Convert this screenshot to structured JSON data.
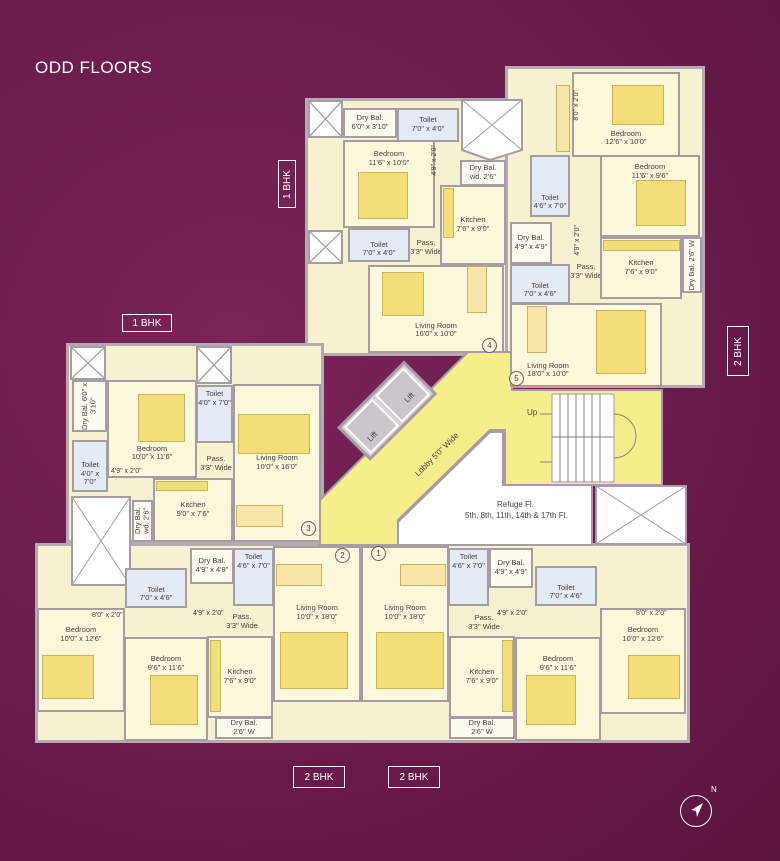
{
  "title": "ODD FLOORS",
  "unit_tags": {
    "top_left": "1 BHK",
    "mid_left": "1 BHK",
    "right": "2 BHK",
    "bottom_left": "2 BHK",
    "bottom_right": "2 BHK"
  },
  "unit_a": {
    "rooms": [
      {
        "name": "Dry Bal.",
        "size": "6'0\" x 3'10\""
      },
      {
        "name": "Toilet",
        "size": "7'0\" x 4'0\""
      },
      {
        "name": "Bedroom",
        "size": "11'6\" x 10'0\""
      },
      {
        "name": "Toilet",
        "size": "7'0\" x 4'0\""
      },
      {
        "name": "Pass.",
        "size": "3'3\" Wide"
      },
      {
        "name": "Dry Bal.",
        "size": "wd. 2'6\""
      },
      {
        "name": "Kitchen",
        "size": "7'6\" x 9'0\""
      },
      {
        "name": "Living Room",
        "size": "16'0\" x 10'0\""
      }
    ],
    "dims": [
      "4'9\" x 2'0\""
    ],
    "entry_no": "4"
  },
  "unit_b": {
    "rooms": [
      {
        "name": "Bedroom",
        "size": "12'6\" x 10'0\""
      },
      {
        "name": "Toilet",
        "size": "4'6\" x 7'0\""
      },
      {
        "name": "Bedroom",
        "size": "11'6\" x 9'6\""
      },
      {
        "name": "Dry Bal.",
        "size": "4'9\" x 4'9\""
      },
      {
        "name": "Toilet",
        "size": "7'0\" x 4'6\""
      },
      {
        "name": "Pass.",
        "size": "3'3\" Wide"
      },
      {
        "name": "Kitchen",
        "size": "7'6\" x 9'0\""
      },
      {
        "name": "Dry Bal.",
        "size": "2'6\" W"
      },
      {
        "name": "Living Room",
        "size": "18'0\" x 10'0\""
      }
    ],
    "dims": [
      "8'0\" x 2'0\"",
      "4'9\" x 2'0\""
    ],
    "entry_no": "5"
  },
  "unit_c": {
    "rooms": [
      {
        "name": "Dry Bal.",
        "size": "6'0\" x 3'10\""
      },
      {
        "name": "Bedroom",
        "size": "10'0\" x 11'6\""
      },
      {
        "name": "Toilet",
        "size": "4'0\" x 7'0\""
      },
      {
        "name": "Toilet",
        "size": "4'0\" x 7'0\""
      },
      {
        "name": "Pass.",
        "size": "3'3\" Wide"
      },
      {
        "name": "Kitchen",
        "size": "9'0\" x 7'6\""
      },
      {
        "name": "Dry Bal.",
        "size": "wd. 2'6\""
      },
      {
        "name": "Living Room",
        "size": "10'0\" x 16'0\""
      }
    ],
    "dims": [
      "4'9\" x 2'0\""
    ],
    "entry_no": "3"
  },
  "unit_d": {
    "rooms": [
      {
        "name": "Dry Bal.",
        "size": "4'9\" x 4'9\""
      },
      {
        "name": "Toilet",
        "size": "4'6\" x 7'0\""
      },
      {
        "name": "Toilet",
        "size": "7'0\" x 4'6\""
      },
      {
        "name": "Bedroom",
        "size": "10'0\" x 12'6\""
      },
      {
        "name": "Bedroom",
        "size": "9'6\" x 11'6\""
      },
      {
        "name": "Pass.",
        "size": "3'3\" Wide"
      },
      {
        "name": "Kitchen",
        "size": "7'6\" x 9'0\""
      },
      {
        "name": "Dry Bal.",
        "size": "2'6\" W"
      },
      {
        "name": "Living Room",
        "size": "10'0\" x 18'0\""
      }
    ],
    "dims": [
      "8'0\" x 2'0\"",
      "4'9\" x 2'0\""
    ],
    "entry_no": "2"
  },
  "unit_e": {
    "rooms": [
      {
        "name": "Living Room",
        "size": "10'0\" x 18'0\""
      },
      {
        "name": "Toilet",
        "size": "4'6\" x 7'0\""
      },
      {
        "name": "Dry Bal.",
        "size": "4'9\" x 4'9\""
      },
      {
        "name": "Toilet",
        "size": "7'0\" x 4'6\""
      },
      {
        "name": "Pass.",
        "size": "3'3\" Wide"
      },
      {
        "name": "Kitchen",
        "size": "7'6\" x 9'0\""
      },
      {
        "name": "Bedroom",
        "size": "9'6\" x 11'6\""
      },
      {
        "name": "Bedroom",
        "size": "10'0\" x 12'6\""
      },
      {
        "name": "Dry Bal.",
        "size": "2'6\" W"
      }
    ],
    "dims": [
      "4'9\" x 2'0\"",
      "8'0\" x 2'0\""
    ],
    "entry_no": "1"
  },
  "core": {
    "lift": "Lift",
    "lobby": "Lobby 5'0\" Wide",
    "stair_up": "Up",
    "refuge_title": "Refuge Fl.",
    "refuge_floors": "5th, 8th, 11th, 14th & 17th Fl."
  },
  "compass": {
    "label": "N"
  },
  "colors": {
    "background": "#6a1b4c",
    "floor": "#fbf8dc",
    "lobby": "#f6ee8a",
    "wall": "#a69ca2",
    "furniture": "#f3df7a"
  }
}
